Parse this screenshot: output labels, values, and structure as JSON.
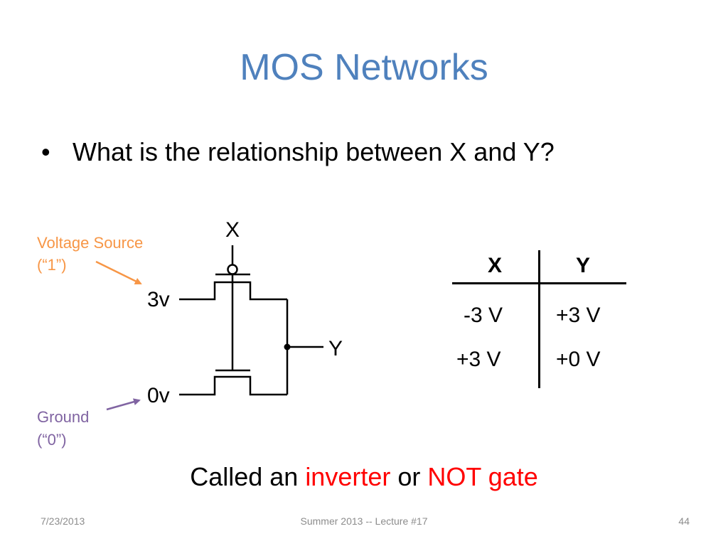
{
  "slide": {
    "title": "MOS Networks",
    "bullet": "What is the relationship between X and Y?"
  },
  "circuit": {
    "label_x": "X",
    "label_y": "Y",
    "label_3v": "3v",
    "label_0v": "0v",
    "voltage_source_line1": "Voltage Source",
    "voltage_source_line2": "(“1”)",
    "ground_line1": "Ground",
    "ground_line2": "(“0”)"
  },
  "truth_table": {
    "headers": [
      "X",
      "Y"
    ],
    "rows": [
      [
        "-3 V",
        "+3 V"
      ],
      [
        "+3 V",
        "+0 V"
      ]
    ]
  },
  "caption": {
    "prefix": "Called an ",
    "term1": "inverter",
    "middle": " or ",
    "term2": "NOT gate"
  },
  "footer": {
    "date": "7/23/2013",
    "center": "Summer 2013 -- Lecture #17",
    "page": "44"
  },
  "colors": {
    "title": "#4f81bd",
    "voltage_source": "#f79646",
    "ground": "#8064a2",
    "emphasis": "#ff0000",
    "footer": "#8c8c8c"
  }
}
